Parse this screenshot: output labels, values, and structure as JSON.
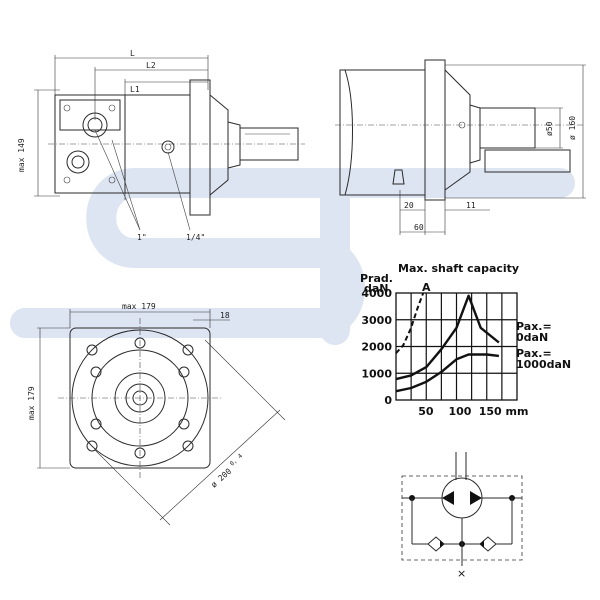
{
  "colors": {
    "watermark": "#dde4f2",
    "line": "#2a2a2a",
    "chart_grid": "#111111"
  },
  "side_view_left": {
    "dim_L": "L",
    "dim_L2": "L2",
    "dim_L1": "L1",
    "dim_max149": "max 149",
    "port_label_1": "1\"",
    "port_label_2": "1/4\""
  },
  "side_view_right": {
    "dim_d50": "ø50",
    "dim_d160": "ø 160",
    "dim_20": "20",
    "dim_11": "11",
    "dim_60": "60"
  },
  "front_view": {
    "dim_max179_top": "max 179",
    "dim_max179_side": "max 179",
    "dim_18": "18",
    "dim_d200": "ø 200",
    "dim_d200_tol": "0, 4"
  },
  "chart_data": {
    "type": "line",
    "title": "Max. shaft capacity",
    "ylabel": "Prad.\ndaN",
    "xlabel": "mm",
    "x_ticks": [
      "50",
      "100",
      "150 mm"
    ],
    "y_ticks": [
      "0",
      "1000",
      "2000",
      "3000",
      "4000"
    ],
    "xlim": [
      0,
      200
    ],
    "ylim": [
      0,
      4000
    ],
    "grid": true,
    "annotation_A": "A",
    "series": [
      {
        "name": "Pax.= 0daN",
        "x": [
          0,
          25,
          50,
          75,
          100,
          120,
          140,
          170
        ],
        "y": [
          780,
          920,
          1230,
          1900,
          2700,
          3900,
          2700,
          2150
        ]
      },
      {
        "name": "Pax.= 1000daN",
        "x": [
          0,
          25,
          50,
          75,
          100,
          120,
          150,
          170
        ],
        "y": [
          330,
          450,
          680,
          1050,
          1520,
          1700,
          1700,
          1650
        ]
      },
      {
        "name": "A",
        "style": "dashed",
        "x": [
          0,
          12,
          25,
          35,
          45
        ],
        "y": [
          1750,
          2050,
          2700,
          3400,
          4000
        ]
      }
    ],
    "legend": [
      {
        "line1": "Pax.=",
        "line2": "0daN"
      },
      {
        "line1": "Pax.=",
        "line2": "1000daN"
      }
    ]
  },
  "hydraulic_symbol": {
    "bottom_mark": "×"
  }
}
